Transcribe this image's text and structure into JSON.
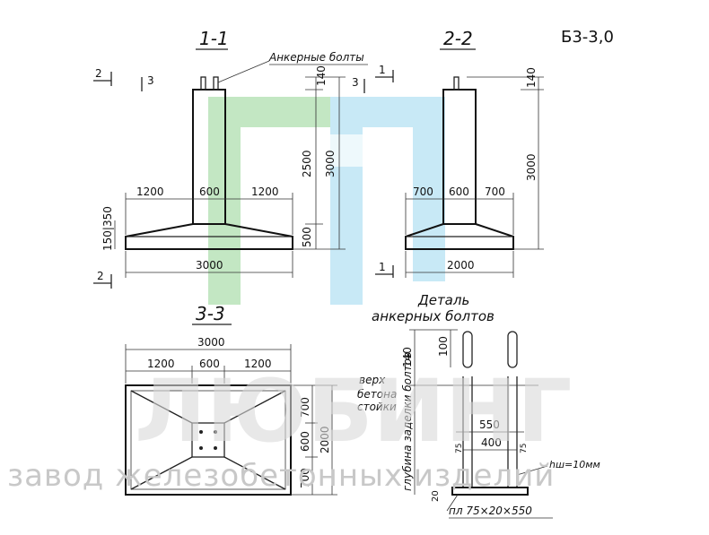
{
  "title": "Б3-3,0",
  "sections": {
    "s11": "1-1",
    "s22": "2-2",
    "s33": "3-3"
  },
  "markers": {
    "m2a": "2",
    "m3a": "3",
    "m1a": "1",
    "m3b": "3",
    "m1b": "1",
    "m2b": "2"
  },
  "anchor_label": "Анкерные болты",
  "detail_title_1": "Деталь",
  "detail_title_2": "анкерных болтов",
  "view11": {
    "w1200a": "1200",
    "w600": "600",
    "w1200b": "1200",
    "h140": "140",
    "h2500": "2500",
    "h3000": "3000",
    "h500": "500",
    "h150350": "150|350",
    "w3000": "3000"
  },
  "view22": {
    "w700a": "700",
    "w600": "600",
    "w700b": "700",
    "h140": "140",
    "h3000": "3000",
    "w2000": "2000"
  },
  "view33": {
    "w3000": "3000",
    "w1200a": "1200",
    "w600": "600",
    "w1200b": "1200",
    "h700a": "700",
    "h600": "600",
    "h700b": "700",
    "h2000": "2000"
  },
  "detail": {
    "d100": "100",
    "d140": "140",
    "top_label_1": "верх",
    "top_label_2": "бетона",
    "top_label_3": "стойки",
    "depth_label": "глубина заделки болтов",
    "d550": "550",
    "d400": "400",
    "d75a": "75",
    "d75b": "75",
    "weld": "hш=10мм",
    "d20": "20",
    "plate": "пл 75×20×550"
  },
  "watermark": {
    "logo": "ЛЮБИНГ",
    "subtitle": "завод железобетонных изделий"
  },
  "colors": {
    "ink": "#222222",
    "watermark_green": "#b9e3b9",
    "watermark_blue": "#bfe6f5",
    "watermark_gray": "#c8c8c8"
  }
}
